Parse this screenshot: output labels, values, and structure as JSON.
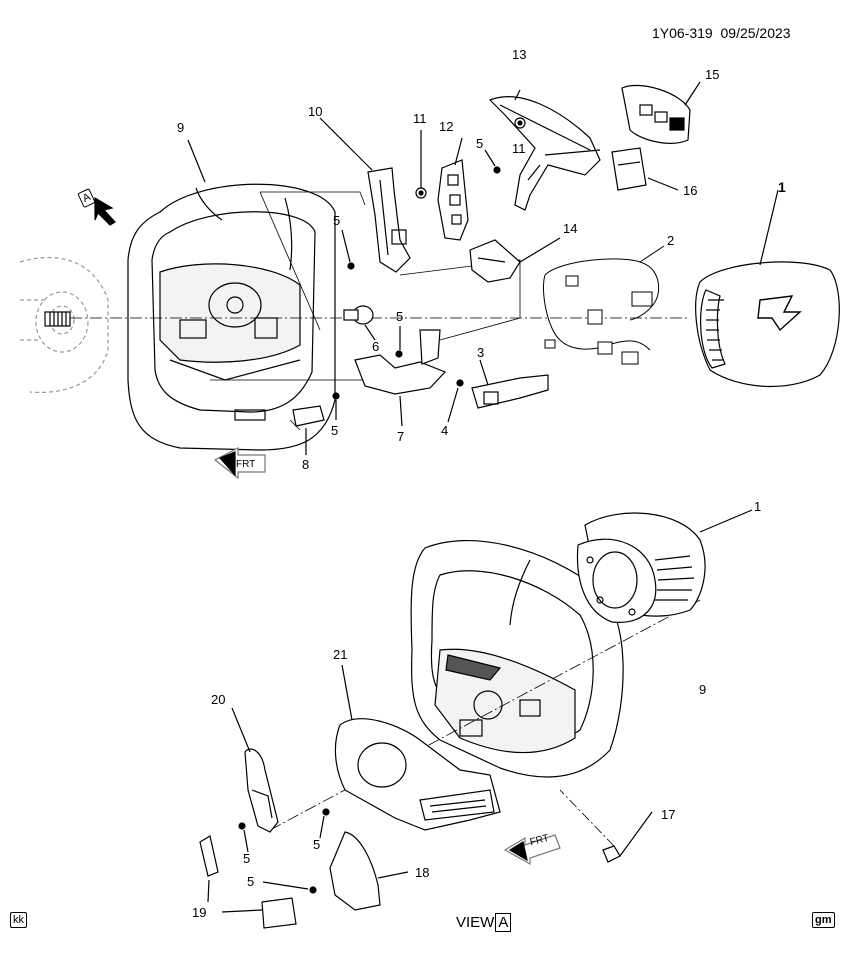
{
  "header": {
    "code": "1Y06-319",
    "date": "09/25/2023"
  },
  "view_label": {
    "text": "VIEW",
    "letter": "A"
  },
  "view_marker_letter": "A",
  "direction_label": "FRT",
  "corner_badges": {
    "left": "kk",
    "right": "gm"
  },
  "callouts": {
    "c1_top": "1",
    "c2": "2",
    "c3": "3",
    "c4": "4",
    "c5_a": "5",
    "c5_b": "5",
    "c5_c": "5",
    "c5_d": "5",
    "c6": "6",
    "c7": "7",
    "c8": "8",
    "c9_top": "9",
    "c10": "10",
    "c11_a": "11",
    "c11_b": "11",
    "c12": "12",
    "c13": "13",
    "c14": "14",
    "c15": "15",
    "c16": "16",
    "c1_bottom": "1",
    "c9_bottom": "9",
    "c17": "17",
    "c18": "18",
    "c19": "19",
    "c20": "20",
    "c21": "21",
    "c5_e": "5",
    "c5_f": "5",
    "c5_g": "5"
  }
}
